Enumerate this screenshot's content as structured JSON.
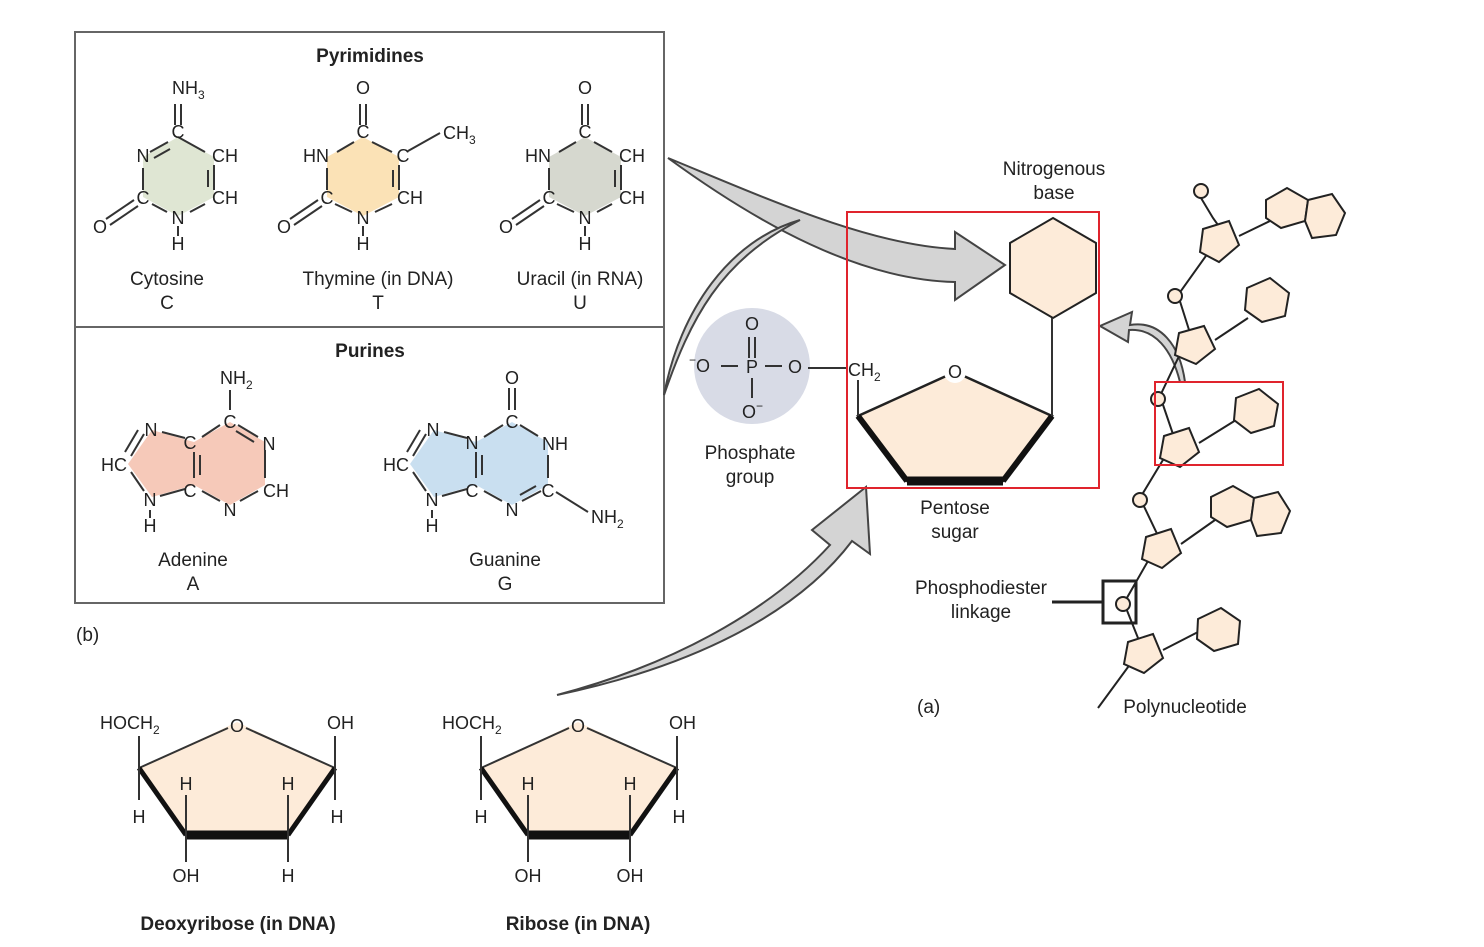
{
  "colors": {
    "cytosine": "#dfe6d3",
    "thymine": "#fbe2b6",
    "uracil": "#d6d8cf",
    "adenine": "#f6c9b9",
    "guanine": "#c9dff0",
    "sugar": "#fdebd9",
    "phosphate": "#d8dbe6",
    "highlight": "#e0242d",
    "arrow": "#d4d4d4"
  },
  "panel_b": {
    "pyrimidines_title": "Pyrimidines",
    "purines_title": "Purines",
    "label": "(b)",
    "pyrimidines": [
      {
        "name": "Cytosine",
        "letter": "C"
      },
      {
        "name": "Thymine (in DNA)",
        "letter": "T"
      },
      {
        "name": "Uracil (in RNA)",
        "letter": "U"
      }
    ],
    "purines": [
      {
        "name": "Adenine",
        "letter": "A"
      },
      {
        "name": "Guanine",
        "letter": "G"
      }
    ],
    "atoms": {
      "N": "N",
      "C": "C",
      "O": "O",
      "H": "H",
      "CH": "CH",
      "HN": "HN",
      "HC": "HC",
      "NH": "NH",
      "CH3": "CH",
      "NH2": "NH",
      "sub2": "2",
      "sub3": "3"
    }
  },
  "sugars": [
    {
      "name": "Deoxyribose (in DNA)",
      "top_left": "HOCH",
      "top_right": "OH",
      "bottom_left": "OH",
      "bottom_right": "H"
    },
    {
      "name": "Ribose (in DNA)",
      "top_left": "HOCH",
      "top_right": "OH",
      "bottom_left": "OH",
      "bottom_right": "OH"
    }
  ],
  "panel_a": {
    "label": "(a)",
    "nitrogenous_base": [
      "Nitrogenous",
      "base"
    ],
    "phosphate_group": [
      "Phosphate",
      "group"
    ],
    "pentose_sugar": [
      "Pentose",
      "sugar"
    ],
    "phosphodiester": [
      "Phosphodiester",
      "linkage"
    ],
    "polynucleotide": "Polynucleotide",
    "ch2": "CH",
    "phosphate_atoms": {
      "O": "O",
      "P": "P",
      "minus": "−"
    }
  }
}
